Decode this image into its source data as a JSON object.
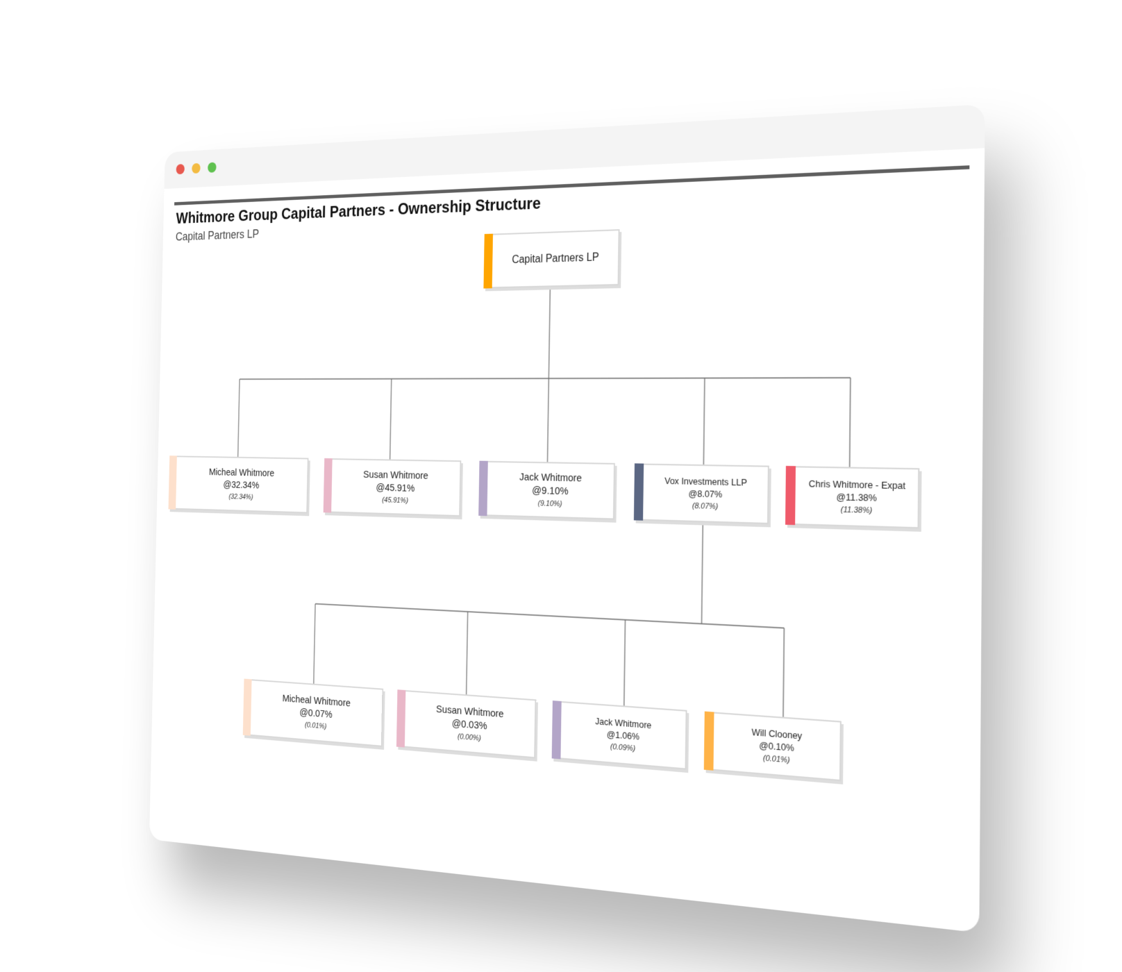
{
  "window": {
    "controls": [
      {
        "name": "close",
        "color": "#e8594f"
      },
      {
        "name": "minimize",
        "color": "#f3bb42"
      },
      {
        "name": "maximize",
        "color": "#5fc14f"
      }
    ]
  },
  "header": {
    "title": "Whitmore Group Capital Partners - Ownership Structure",
    "subtitle": "Capital Partners LP"
  },
  "org_chart": {
    "root": {
      "name": "Capital Partners LP",
      "color": "#ffa500"
    },
    "level1": [
      {
        "name": "Micheal Whitmore",
        "stake": "@32.34%",
        "effective": "(32.34%)",
        "color": "#fde0cc"
      },
      {
        "name": "Susan Whitmore",
        "stake": "@45.91%",
        "effective": "(45.91%)",
        "color": "#e9b7c8"
      },
      {
        "name": "Jack Whitmore",
        "stake": "@9.10%",
        "effective": "(9.10%)",
        "color": "#b3a5c8"
      },
      {
        "name": "Vox Investments LLP",
        "stake": "@8.07%",
        "effective": "(8.07%)",
        "color": "#5b6783"
      },
      {
        "name": "Chris Whitmore - Expat",
        "stake": "@11.38%",
        "effective": "(11.38%)",
        "color": "#ef5a6a"
      }
    ],
    "level2_parent": "Vox Investments LLP",
    "level2": [
      {
        "name": "Micheal Whitmore",
        "stake": "@0.07%",
        "effective": "(0.01%)",
        "color": "#fde0cc"
      },
      {
        "name": "Susan Whitmore",
        "stake": "@0.03%",
        "effective": "(0.00%)",
        "color": "#e9b7c8"
      },
      {
        "name": "Jack Whitmore",
        "stake": "@1.06%",
        "effective": "(0.09%)",
        "color": "#b3a5c8"
      },
      {
        "name": "Will Clooney",
        "stake": "@0.10%",
        "effective": "(0.01%)",
        "color": "#ffb347"
      }
    ]
  }
}
